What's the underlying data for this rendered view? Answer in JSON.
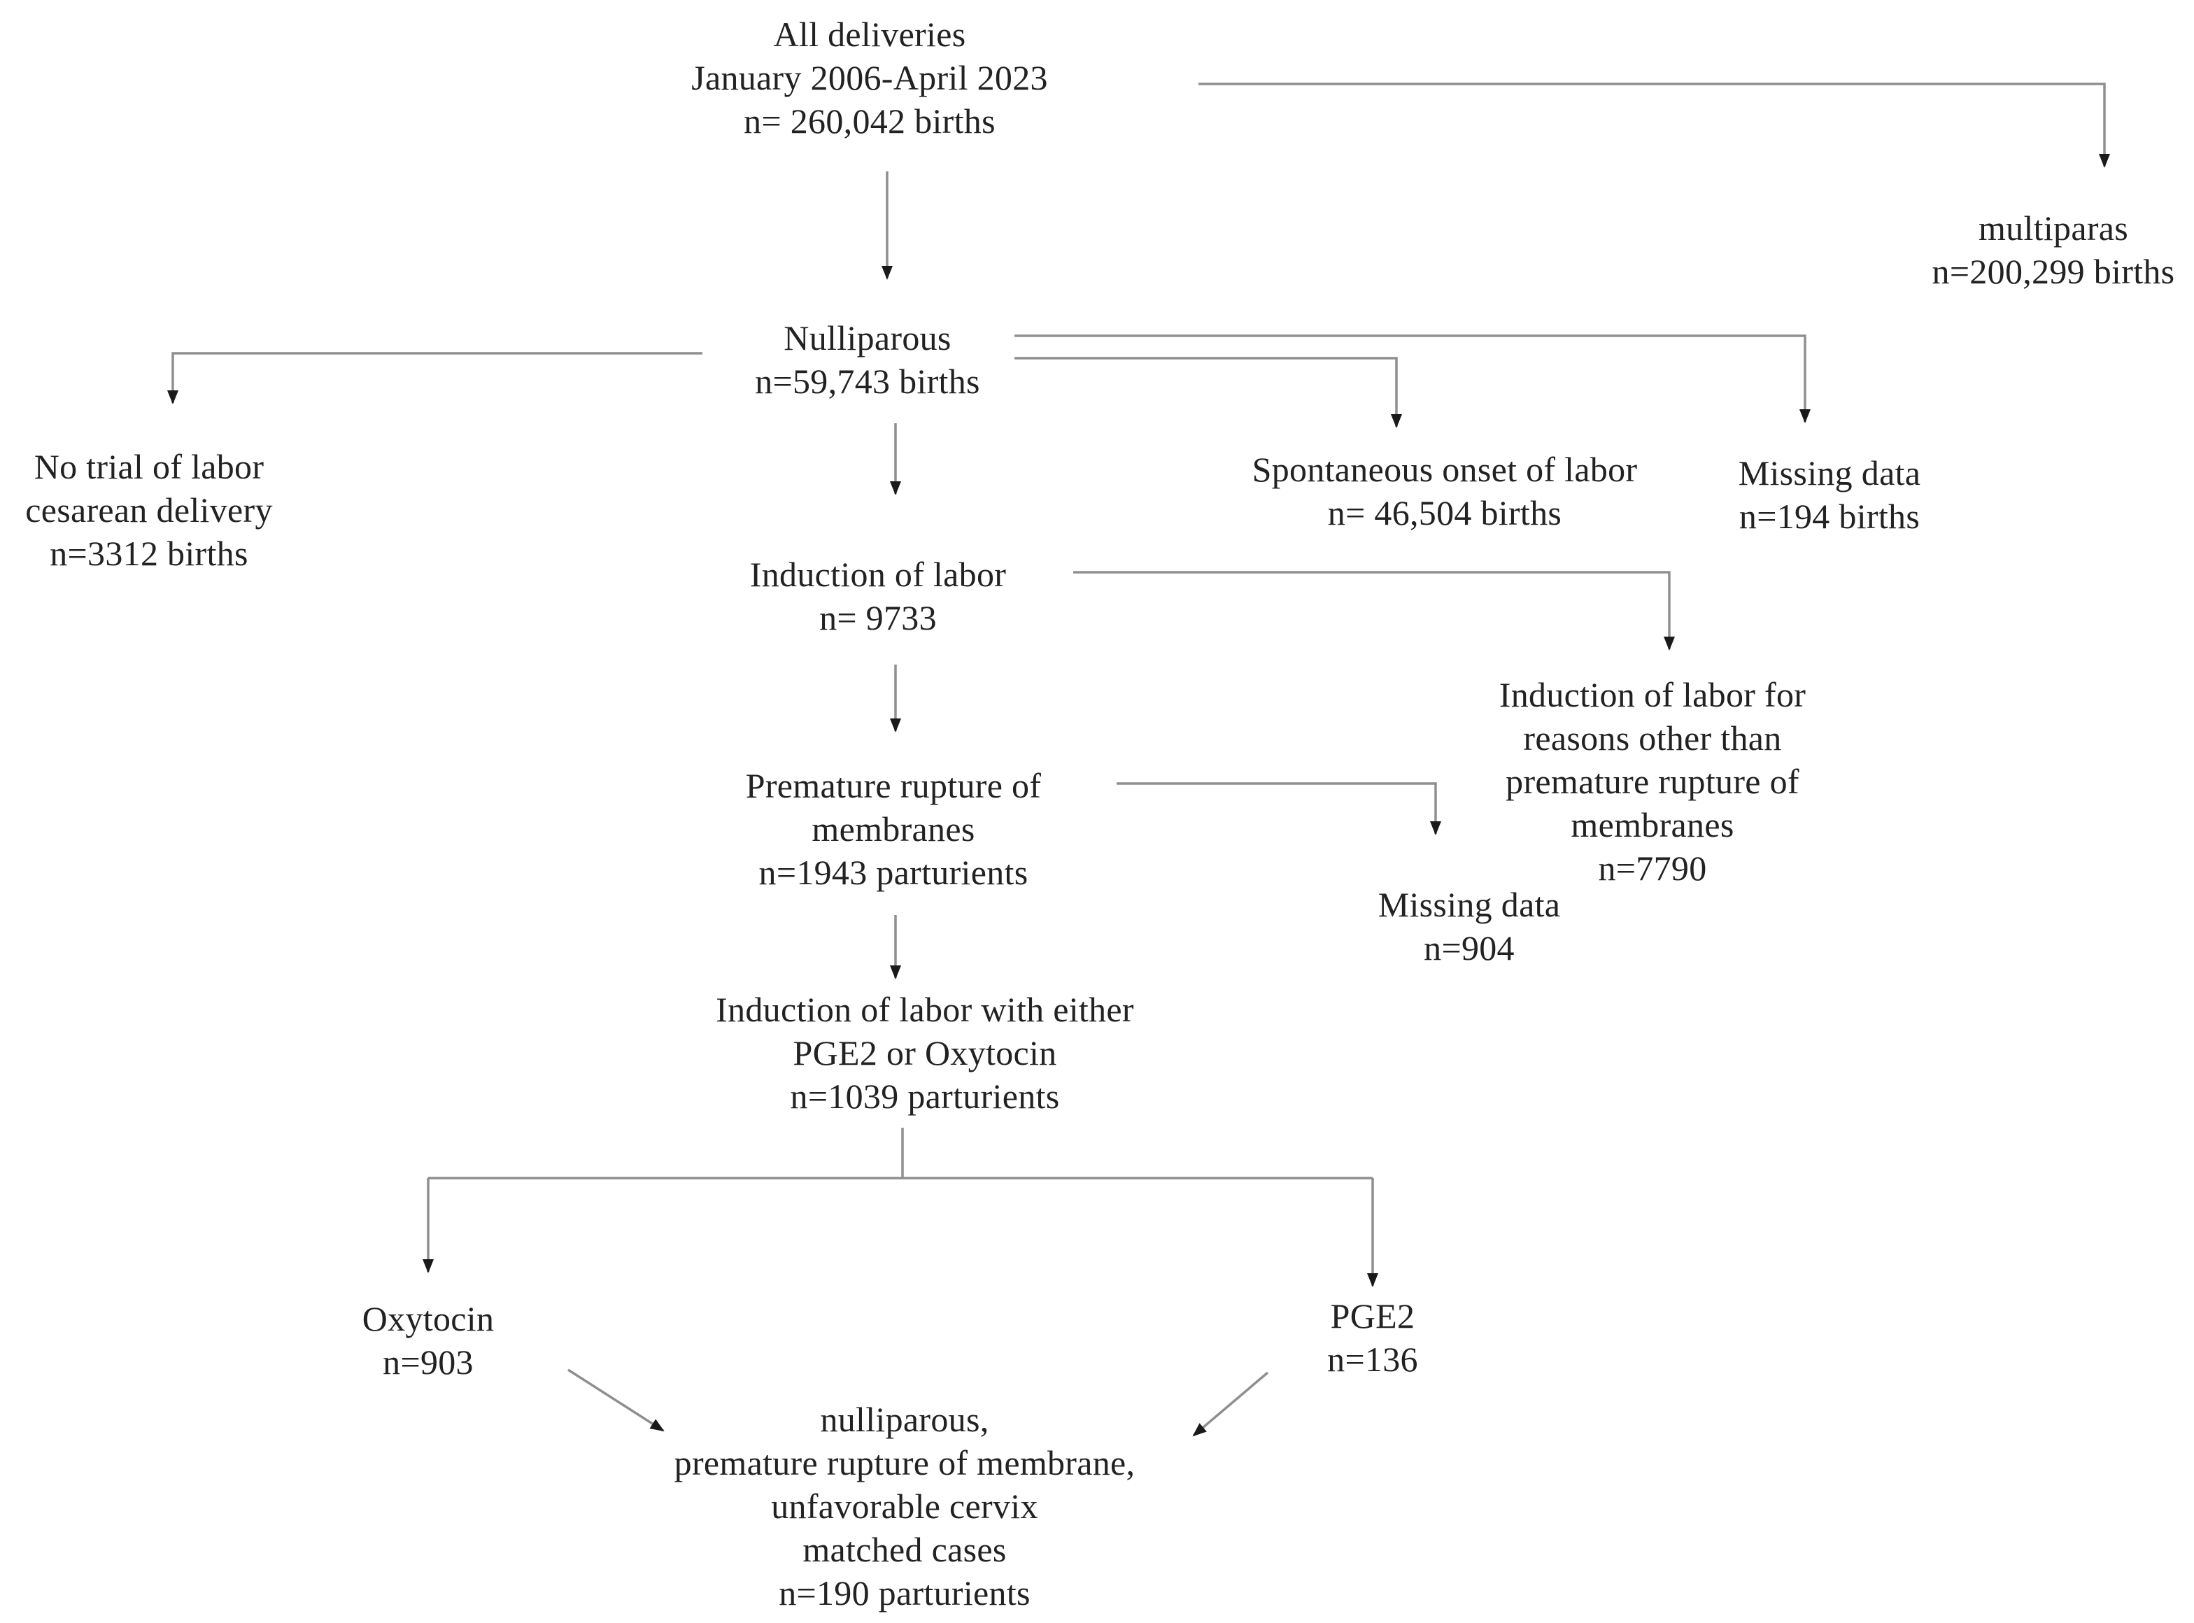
{
  "colors": {
    "background": "#ffffff",
    "text": "#222222",
    "connector": "#8f8f8f",
    "arrowhead": "#1a1a1a"
  },
  "nodes": {
    "all_deliveries": {
      "lines": [
        "All deliveries",
        "January 2006-April 2023",
        "n= 260,042 births"
      ]
    },
    "multiparas": {
      "lines": [
        "multiparas",
        "n=200,299 births"
      ]
    },
    "nulliparous": {
      "lines": [
        "Nulliparous",
        "n=59,743 births"
      ]
    },
    "no_trial_of_labor": {
      "lines": [
        "No trial of labor",
        "cesarean delivery",
        "n=3312 births"
      ]
    },
    "spontaneous_onset": {
      "lines": [
        "Spontaneous onset of labor",
        "n= 46,504 births"
      ]
    },
    "missing_data_births": {
      "lines": [
        "Missing data",
        "n=194 births"
      ]
    },
    "induction_of_labor": {
      "lines": [
        "Induction of labor",
        "n= 9733"
      ]
    },
    "induction_other_reasons": {
      "lines": [
        "Induction of labor for",
        "reasons other than",
        "premature rupture of",
        "membranes",
        "n=7790"
      ]
    },
    "premature_rupture": {
      "lines": [
        "Premature rupture of",
        "membranes",
        "n=1943 parturients"
      ]
    },
    "missing_data_904": {
      "lines": [
        "Missing data",
        "n=904"
      ]
    },
    "induction_either": {
      "lines": [
        "Induction of labor with either",
        "PGE2 or Oxytocin",
        "n=1039 parturients"
      ]
    },
    "oxytocin": {
      "lines": [
        "Oxytocin",
        "n=903"
      ]
    },
    "pge2": {
      "lines": [
        "PGE2",
        "n=136"
      ]
    },
    "matched_cases": {
      "lines": [
        "nulliparous,",
        "premature rupture of membrane,",
        "unfavorable cervix",
        "matched cases",
        "n=190 parturients"
      ]
    }
  }
}
